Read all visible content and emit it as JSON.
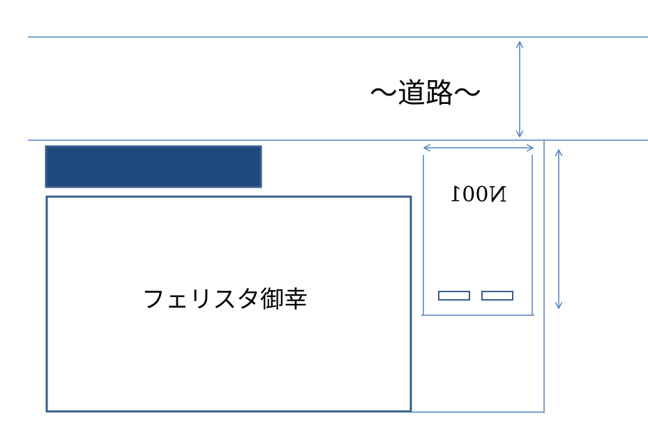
{
  "road": {
    "label": "～道路～"
  },
  "building": {
    "name": "フェリスタ御幸"
  },
  "parking_space": {
    "label": "N001",
    "label_mirrored": true
  },
  "colors": {
    "line": "#4f81bd",
    "building_border": "#385d8a",
    "sign_fill": "#1f497d",
    "text": "#000000"
  }
}
